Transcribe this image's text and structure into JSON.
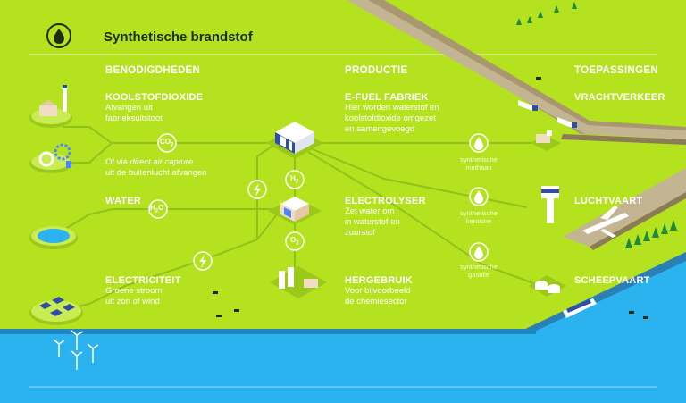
{
  "header": {
    "title": "Synthetische brandstof",
    "icon": "fuel-drop-icon"
  },
  "columns": {
    "benodigdheden": "BENODIGDHEDEN",
    "productie": "PRODUCTIE",
    "toepassingen": "TOEPASSINGEN"
  },
  "inputs": {
    "co2": {
      "title": "KOOLSTOFDIOXIDE",
      "line1": "Afvangen uit",
      "line2": "fabrieksuitstoot",
      "alt_prefix": "Of via ",
      "alt_italic": "direct air capture",
      "alt_line2": "uit de buitenlucht afvangen"
    },
    "water": {
      "title": "WATER"
    },
    "electricity": {
      "title": "ELECTRICITEIT",
      "line1": "Groene stroom",
      "line2": "uit zon of wind"
    }
  },
  "production": {
    "efuel": {
      "title": "E-FUEL FABRIEK",
      "line1": "Hier worden waterstof en",
      "line2": "koolstofdioxide omgezet",
      "line3": "en samengevoegd"
    },
    "electrolyser": {
      "title": "ELECTROLYSER",
      "line1": "Zet water om",
      "line2": "in waterstof en",
      "line3": "zuurstof"
    },
    "recycle": {
      "title": "HERGEBRUIK",
      "line1": "Voor bijvoorbeeld",
      "line2": "de chemiesector"
    }
  },
  "badges": {
    "co2": {
      "main": "CO",
      "sub": "2"
    },
    "h2o": {
      "a": "H",
      "sub": "2",
      "b": "O"
    },
    "h2": {
      "main": "H",
      "sub": "2"
    },
    "o2": {
      "main": "O",
      "sub": "2"
    }
  },
  "fuels": {
    "methaan": {
      "line1": "synthetische",
      "line2": "methaan"
    },
    "kerosine": {
      "line1": "synthetische",
      "line2": "kerosine"
    },
    "gasolie": {
      "line1": "synthetische",
      "line2": "gasolie"
    }
  },
  "applications": {
    "truck": "VRACHTVERKEER",
    "air": "LUCHTVAART",
    "ship": "SCHEEPVAART"
  },
  "colors": {
    "grass": "#b5e21f",
    "sea": "#2ab3ee",
    "road": "#b8a98a",
    "line": "#8fc21b",
    "title_text": "#1a2d12"
  }
}
